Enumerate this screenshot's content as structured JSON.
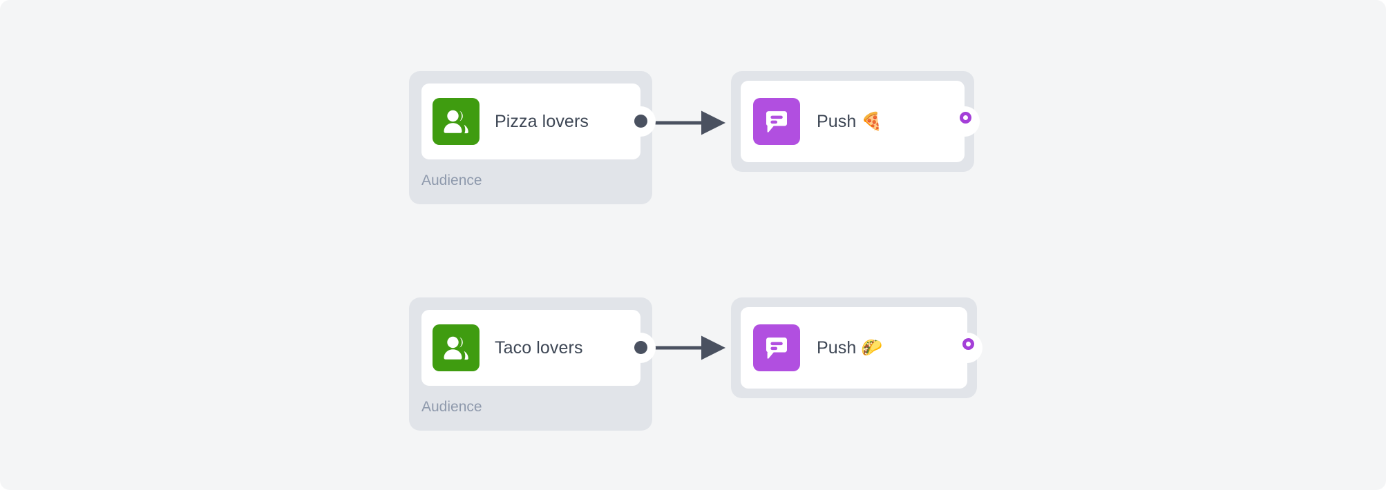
{
  "canvas": {
    "background_color": "#f4f5f6",
    "accent_audience_color": "#3f9c10",
    "accent_push_color": "#b14fe0",
    "port_source_color": "#4a5160",
    "port_target_color": "#a43fd8",
    "edge_color": "#4a5160",
    "node_shell_color": "#e1e4e9",
    "node_card_color": "#ffffff",
    "title_text_color": "#3d4654",
    "footer_text_color": "#8e99ac"
  },
  "branches": [
    {
      "audience": {
        "title": "Pizza lovers",
        "footer": "Audience",
        "icon": "people-icon"
      },
      "push": {
        "title": "Push 🍕",
        "icon": "chat-bubble-icon"
      },
      "edge": {
        "from": "Pizza lovers",
        "to": "Push 🍕"
      }
    },
    {
      "audience": {
        "title": "Taco lovers",
        "footer": "Audience",
        "icon": "people-icon"
      },
      "push": {
        "title": "Push 🌮",
        "icon": "chat-bubble-icon"
      },
      "edge": {
        "from": "Taco lovers",
        "to": "Push 🌮"
      }
    }
  ]
}
